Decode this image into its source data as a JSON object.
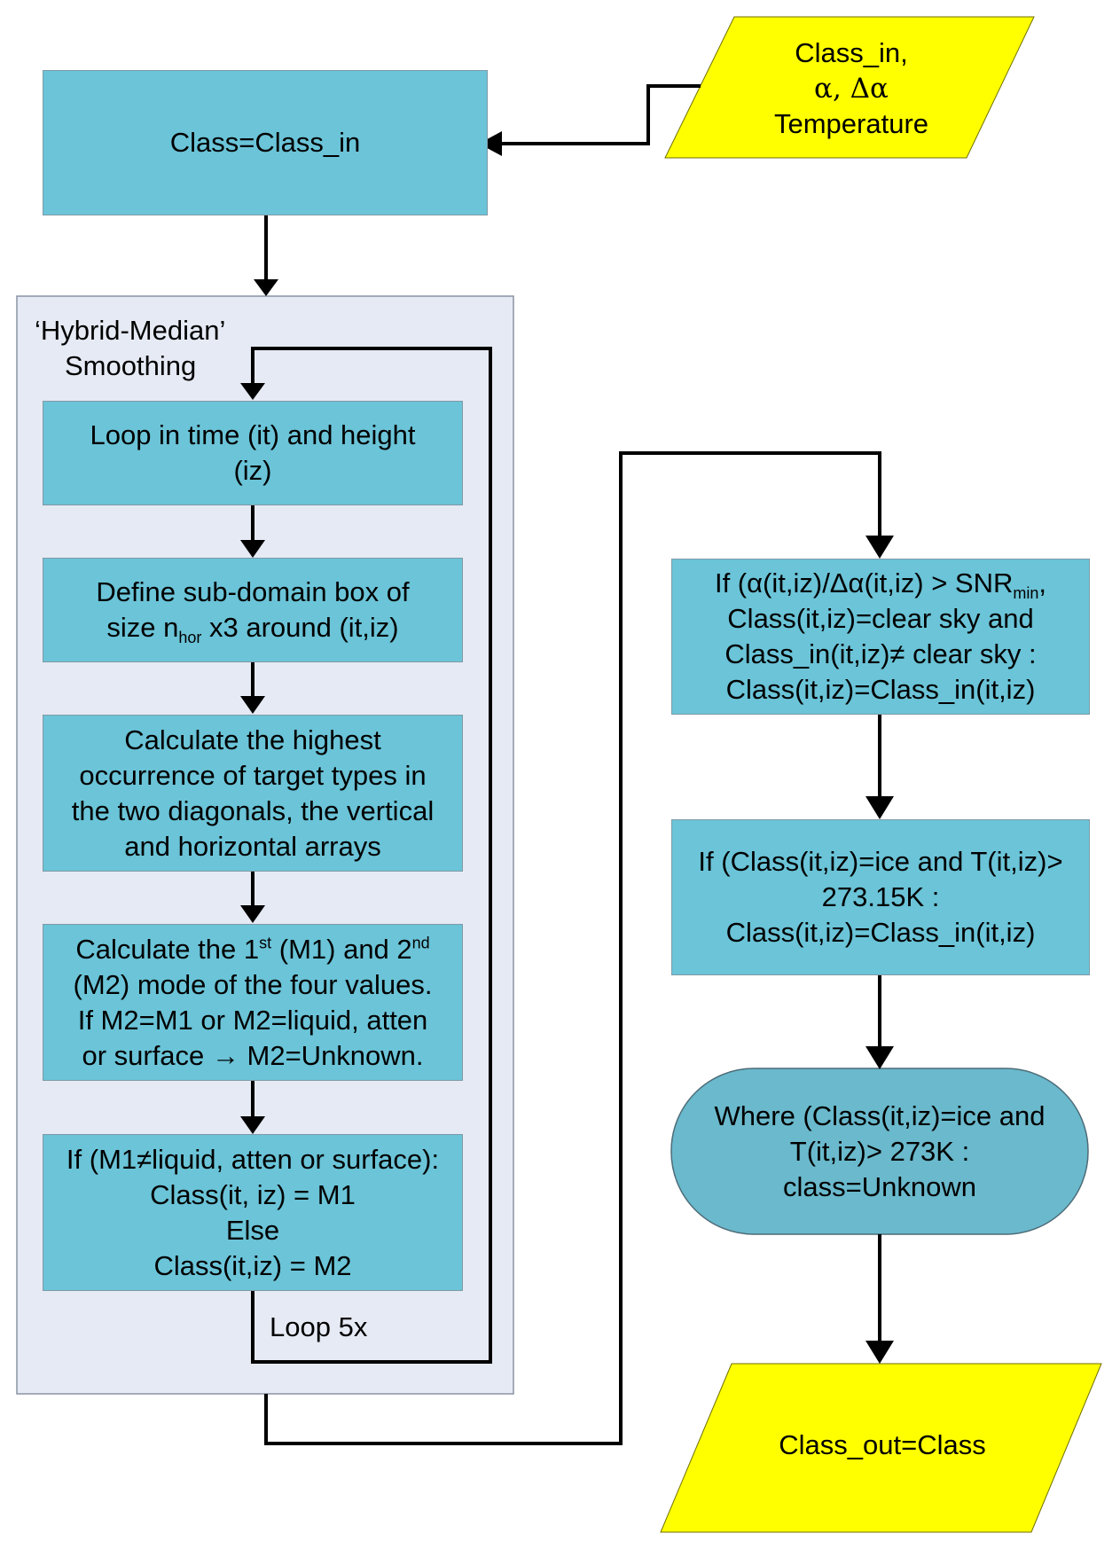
{
  "colors": {
    "process_fill": "#6bc4d8",
    "terminal_fill": "#6ab9cc",
    "io_fill": "#ffff00",
    "group_fill": "#e6eaf4",
    "line": "#000000"
  },
  "input": {
    "line1": "Class_in,",
    "line2": "α, Δα",
    "line3": "Temperature"
  },
  "init": {
    "label": "Class=Class_in"
  },
  "group": {
    "title_line1": "‘Hybrid-Median’",
    "title_line2": "Smoothing",
    "loop_label": "Loop 5x"
  },
  "step1": {
    "line1": "Loop in time (it) and  height",
    "line2": "(iz)"
  },
  "step2": {
    "line1": "Define sub-domain  box of",
    "line2_a": "size n",
    "line2_sub": "hor",
    "line2_b": " x3 around (it,iz)"
  },
  "step3": {
    "line1": "Calculate the highest",
    "line2": "occurrence of target types in",
    "line3": "the two diagonals, the vertical",
    "line4": "and horizontal arrays"
  },
  "step4": {
    "line1_a": "Calculate the 1",
    "line1_sup1": "st",
    "line1_b": " (M1) and 2",
    "line1_sup2": "nd",
    "line2": "(M2) mode of the four values.",
    "line3": "If M2=M1 or M2=liquid, atten",
    "line4": "or surface → M2=Unknown."
  },
  "step5": {
    "line1": "If (M1≠liquid, atten or surface):",
    "line2": "Class(it, iz) =  M1",
    "line3": "Else",
    "line4": "Class(it,iz) = M2"
  },
  "right1": {
    "line1_a": "If (α(it,iz)/Δα(it,iz) > SNR",
    "line1_sub": "min",
    "line1_b": ",",
    "line2": "Class(it,iz)=clear sky and",
    "line3": "Class_in(it,iz)≠ clear sky :",
    "line4": "Class(it,iz)=Class_in(it,iz)"
  },
  "right2": {
    "line1": "If (Class(it,iz)=ice and T(it,iz)>",
    "line2": "273.15K :",
    "line3": "Class(it,iz)=Class_in(it,iz)"
  },
  "terminal": {
    "line1": "Where  (Class(it,iz)=ice and",
    "line2": "T(it,iz)> 273K :",
    "line3": "class=Unknown"
  },
  "output": {
    "label": "Class_out=Class"
  }
}
